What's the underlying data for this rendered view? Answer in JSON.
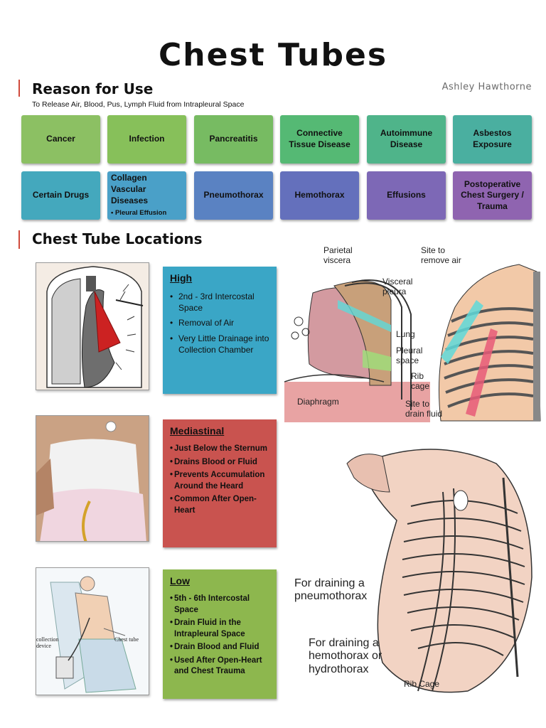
{
  "title": "Chest Tubes",
  "author": "Ashley Hawthorne",
  "reason": {
    "heading": "Reason for Use",
    "subtitle": "To Release Air, Blood, Pus, Lymph Fluid from Intrapleural Space",
    "tiles": [
      {
        "label": "Cancer",
        "color": "#8cc063"
      },
      {
        "label": "Infection",
        "color": "#87c05a"
      },
      {
        "label": "Pancreatitis",
        "color": "#77bb62"
      },
      {
        "label": "Connective Tissue Disease",
        "color": "#55b974"
      },
      {
        "label": "Autoimmune Disease",
        "color": "#4fb48a"
      },
      {
        "label": "Asbestos Exposure",
        "color": "#4aafa0"
      },
      {
        "label": "Certain Drugs",
        "color": "#44a8bd"
      },
      {
        "label": "Collagen Vascular Diseases",
        "sub": "Pleural Effusion",
        "color": "#4aa0c8"
      },
      {
        "label": "Pneumothorax",
        "color": "#5a82c2"
      },
      {
        "label": "Hemothorax",
        "color": "#6470bc"
      },
      {
        "label": "Effusions",
        "color": "#7d68b6"
      },
      {
        "label": "Postoperative Chest Surgery / Trauma",
        "color": "#8f64b0"
      }
    ]
  },
  "locations": {
    "heading": "Chest Tube Locations",
    "high": {
      "title": "High",
      "color": "#3aa6c6",
      "items": [
        "2nd - 3rd Intercostal Space",
        "Removal of Air",
        "Very Little Drainage into Collection Chamber"
      ]
    },
    "mediastinal": {
      "title": "Mediastinal",
      "color": "#c9534f",
      "items": [
        "Just Below the Sternum",
        "Drains Blood or Fluid",
        "Prevents Accumulation Around the Heard",
        "Common After Open-Heart"
      ]
    },
    "low": {
      "title": "Low",
      "color": "#8db74e",
      "items": [
        "5th - 6th Intercostal Space",
        "Drain Fluid in the Intrapleural Space",
        "Drain Blood and Fluid",
        "Used After Open-Heart and Chest Trauma"
      ]
    }
  },
  "diagram_labels": {
    "parietal": "Parietal viscera",
    "visceral": "Visceral pleura",
    "lung": "Lung",
    "pleural_space": "Pleural space",
    "rib_cage": "Rib cage",
    "diaphragm": "Diaphragm",
    "site_air": "Site to remove air",
    "site_fluid": "Site to drain fluid",
    "drain_pneumo": "For draining a pneumothorax",
    "drain_hemo": "For draining a hemothorax or hydrothorax",
    "rib_cage_2": "Rib Cage",
    "collection_device": "collection device",
    "chest_tube": "Chest tube"
  }
}
